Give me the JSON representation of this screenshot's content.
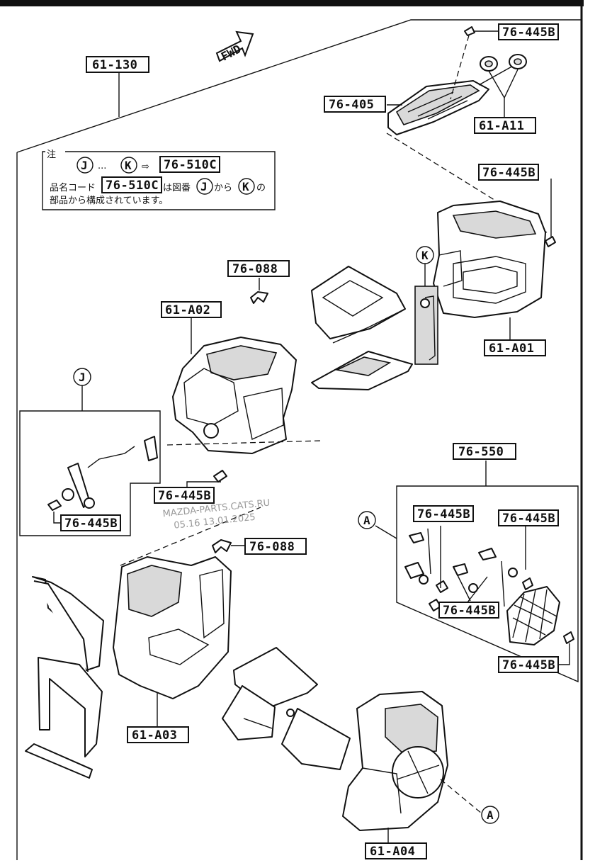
{
  "labels": {
    "assembly": "61-130",
    "screw_top": "76-445B",
    "motor": "76-405",
    "bushings": "61-A11",
    "screw_upper_right": "76-445B",
    "clip_top": "76-088",
    "case_upper_left": "61-A02",
    "case_upper_right": "61-A01",
    "link_kit": "76-550",
    "link_screw_a": "76-445B",
    "link_screw_b": "76-445B",
    "link_screw_c": "76-445B",
    "link_screw_d": "76-445B",
    "screw_center": "76-445B",
    "screw_left_box": "76-445B",
    "clip_mid": "76-088",
    "case_lower_left": "61-A03",
    "case_lower_right": "61-A04"
  },
  "note": {
    "heading": "注",
    "ref_from": "J",
    "ellipsis": "...",
    "ref_to": "K",
    "arrow": "⇨",
    "code": "76-510C",
    "line2_prefix": "品名コード",
    "line2_code": "76-510C",
    "line2_mid": "は図番",
    "line2_from": "J",
    "line2_kara": "から",
    "line2_to": "K",
    "line2_suffix": "の",
    "line3": "部品から構成されています。"
  },
  "callouts": {
    "j": "J",
    "k": "K",
    "a_top": "A",
    "a_bottom": "A"
  },
  "fwd": "FWD",
  "watermark": {
    "line1": "MAZDA-PARTS.CATS.RU",
    "line2": "05.16 13.01.2025"
  }
}
